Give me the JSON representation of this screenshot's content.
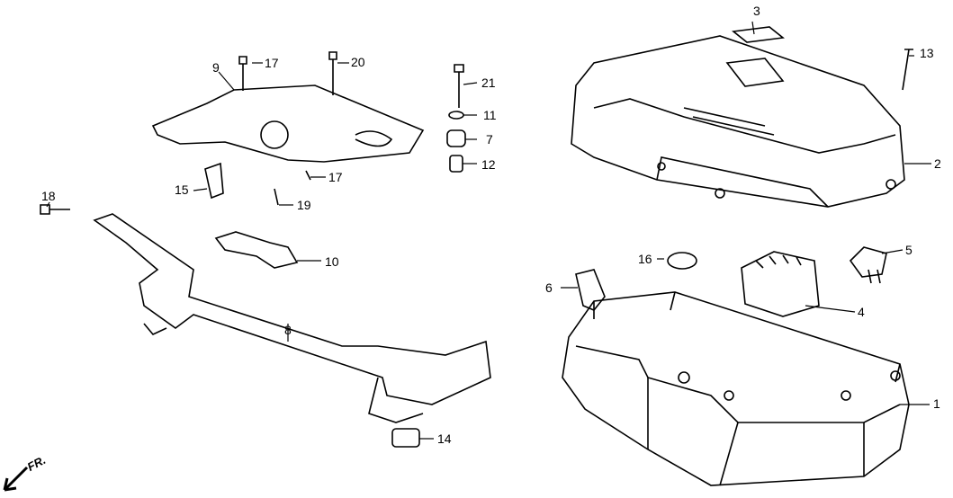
{
  "diagram": {
    "title_marker": "FR.",
    "callouts": [
      {
        "id": "c3",
        "text": "3"
      },
      {
        "id": "c13",
        "text": "13"
      },
      {
        "id": "c9",
        "text": "9"
      },
      {
        "id": "c17a",
        "text": "17"
      },
      {
        "id": "c20",
        "text": "20"
      },
      {
        "id": "c21",
        "text": "21"
      },
      {
        "id": "c11",
        "text": "11"
      },
      {
        "id": "c7",
        "text": "7"
      },
      {
        "id": "c12",
        "text": "12"
      },
      {
        "id": "c2",
        "text": "2"
      },
      {
        "id": "c17b",
        "text": "17"
      },
      {
        "id": "c15",
        "text": "15"
      },
      {
        "id": "c19",
        "text": "19"
      },
      {
        "id": "c18",
        "text": "18"
      },
      {
        "id": "c10",
        "text": "10"
      },
      {
        "id": "c16",
        "text": "16"
      },
      {
        "id": "c5",
        "text": "5"
      },
      {
        "id": "c6",
        "text": "6"
      },
      {
        "id": "c4",
        "text": "4"
      },
      {
        "id": "c8",
        "text": "8"
      },
      {
        "id": "c1",
        "text": "1"
      },
      {
        "id": "c14",
        "text": "14"
      }
    ]
  }
}
